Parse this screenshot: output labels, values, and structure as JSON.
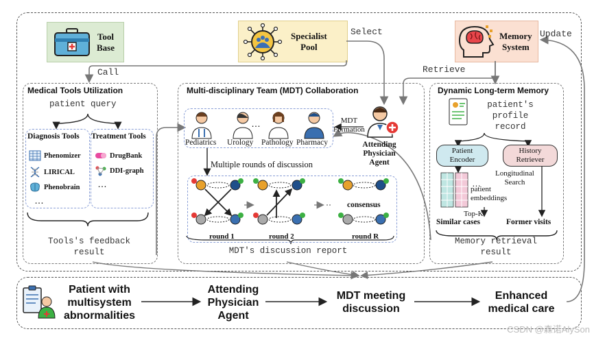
{
  "top_boxes": {
    "tool_base": "Tool\nBase",
    "specialist_pool": "Specialist\nPool",
    "memory_system": "Memory\nSystem"
  },
  "edge_labels": {
    "call": "Call",
    "select": "Select",
    "retrieve": "Retrieve",
    "update": "Update",
    "mdt_formation": "MDT\nFormation"
  },
  "left_panel": {
    "title": "Medical Tools Utilization",
    "query": "patient query",
    "diagnosis_title": "Diagnosis Tools",
    "diagnosis_tools": [
      "Phenomizer",
      "LIRICAL",
      "Phenobrain"
    ],
    "treatment_title": "Treatment Tools",
    "treatment_tools": [
      "DrugBank",
      "DDI-graph"
    ],
    "ellipsis": "…",
    "ellipsis2": "…",
    "feedback": "Tools's feedback\nresult"
  },
  "middle_panel": {
    "title": "Multi-disciplinary Team (MDT) Collaboration",
    "specialists": [
      "Pediatrics",
      "Urology",
      "Pathology",
      "Pharmacy"
    ],
    "specialist_ellipsis": "…",
    "rounds_label": "Multiple rounds of discussion",
    "rounds": [
      "round 1",
      "round 2",
      "round R"
    ],
    "consensus": "consensus",
    "report": "MDT's discussion report"
  },
  "attending": "Attending\nPhysician\nAgent",
  "right_panel": {
    "title": "Dynamic Long-term Memory",
    "profile": "patient's\nprofile\nrecord",
    "patient_encoder": "Patient\nEncoder",
    "history_retriever": "History\nRetriever",
    "longitudinal_search": "Longitudinal\nSearch",
    "embeddings_ellipsis": "…",
    "embeddings": "patient\nembeddings",
    "topk": "Top-K",
    "similar_cases": "Similar cases",
    "former_visits": "Former visits",
    "retrieval": "Memory retrieval\nresult"
  },
  "bottom_flow": [
    "Patient with\nmultisystem\nabnormalities",
    "Attending\nPhysician\nAgent",
    "MDT meeting\ndiscussion",
    "Enhanced\nmedical care"
  ],
  "watermark": "CSDN @森诺AlySon",
  "colors": {
    "tool_base_bg": "#dcebd3",
    "specialist_bg": "#fbf0c8",
    "memory_bg": "#fbe0d2",
    "encoder_bg": "#cfe9ef",
    "retriever_bg": "#f3d9d9",
    "check": "#3cb043",
    "cross": "#e53935"
  }
}
